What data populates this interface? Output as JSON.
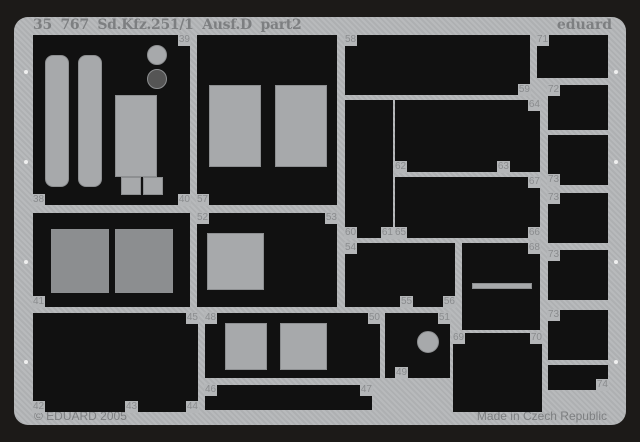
{
  "header": {
    "code": "35 767",
    "title": "Sd.Kfz.251/1 Ausf.D",
    "part": "part2",
    "brand": "eduard"
  },
  "footer": {
    "copyright": "© EDUARD 2005",
    "origin": "Made in Czech Republic"
  },
  "part_numbers": {
    "n38": "38",
    "n39": "39",
    "n40": "40",
    "n41": "41",
    "n42": "42",
    "n43": "43",
    "n44": "44",
    "n45": "45",
    "n46": "46",
    "n47": "47",
    "n48": "48",
    "n49": "49",
    "n50": "50",
    "n51": "51",
    "n52": "52",
    "n53": "53",
    "n54": "54",
    "n55": "55",
    "n56": "56",
    "n57": "57",
    "n58": "58",
    "n59": "59",
    "n60": "60",
    "n61": "61",
    "n62": "62",
    "n63": "63",
    "n64": "64",
    "n65": "65",
    "n66": "66",
    "n67": "67",
    "n68": "68",
    "n69": "69",
    "n70": "70",
    "n71": "71",
    "n72": "72",
    "n73a": "73",
    "n73b": "73",
    "n73c": "73",
    "n73d": "73",
    "n74": "74"
  }
}
